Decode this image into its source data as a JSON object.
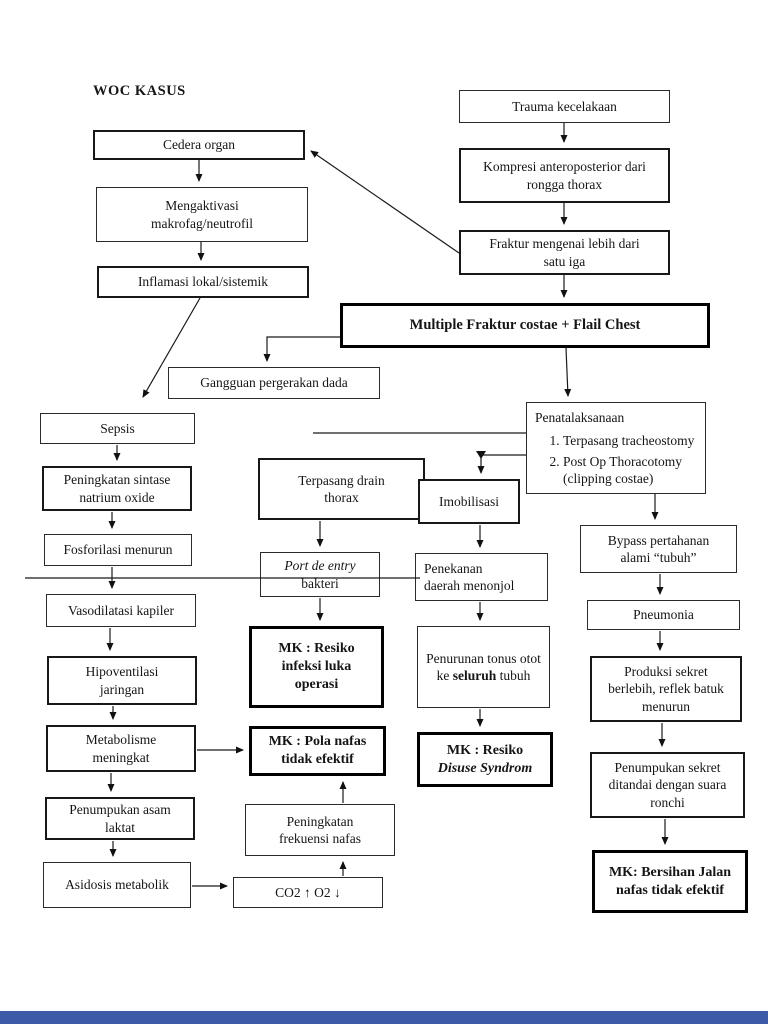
{
  "page": {
    "title": "WOC KASUS",
    "page_gap_color": "#3d5aa8",
    "line_color": "#1a1a1a"
  },
  "nodes": {
    "cedera": "Cedera organ",
    "mengaktivasi": "Mengaktivasi\nmakrofag/neutrofil",
    "inflamasi": "Inflamasi lokal/sistemik",
    "trauma": "Trauma kecelakaan",
    "kompresi": "Kompresi anteroposterior dari\nrongga thorax",
    "fraktur": "Fraktur mengenai lebih dari\nsatu iga",
    "multiple": "Multiple Fraktur costae + Flail Chest",
    "gangguan": "Gangguan pergerakan dada",
    "penatalaksanaan": {
      "title": "Penatalaksanaan",
      "items": [
        "Terpasang  tracheostomy",
        "Post Op Thoracotomy\n(clipping costae)"
      ]
    },
    "sepsis": "Sepsis",
    "peningkatan_sintase": "Peningkatan sintase\nnatrium oxide",
    "fosforilasi": "Fosforilasi menurun",
    "vasodilatasi": "Vasodilatasi kapiler",
    "hipoventilasi": "Hipoventilasi\njaringan",
    "metabolisme": "Metabolisme\nmeningkat",
    "penumpukan_asam": "Penumpukan asam\nlaktat",
    "asidosis": "Asidosis metabolik",
    "terpasang_drain": "Terpasang drain\nthorax",
    "port_de_entry": {
      "line1": "Port de entry",
      "line2": "bakteri"
    },
    "mk_infeksi": "MK : Resiko\ninfeksi luka\noperasi",
    "mk_pola": "MK : Pola nafas\ntidak efektif",
    "peningkatan_frek": "Peningkatan\nfrekuensi nafas",
    "co2": "CO2 ↑ O2 ↓",
    "imobilisasi": "Imobilisasi",
    "penekanan": "Penekanan\ndaerah  menonjol",
    "penurunan_tonus": {
      "pre": "Penurunan tonus otot ke ",
      "bold": "seluruh",
      "post": " tubuh"
    },
    "mk_disuse": {
      "line1": "MK : Resiko",
      "line2": "Disuse Syndrom"
    },
    "bypass": "Bypass pertahanan\nalami “tubuh”",
    "pneumonia": "Pneumonia",
    "produksi": "Produksi sekret\nberlebih, reflek batuk\nmenurun",
    "penumpukan_sekret": "Penumpukan sekret\nditandai dengan suara\nronchi",
    "mk_bersihan": "MK: Bersihan Jalan\nnafas tidak efektif"
  }
}
